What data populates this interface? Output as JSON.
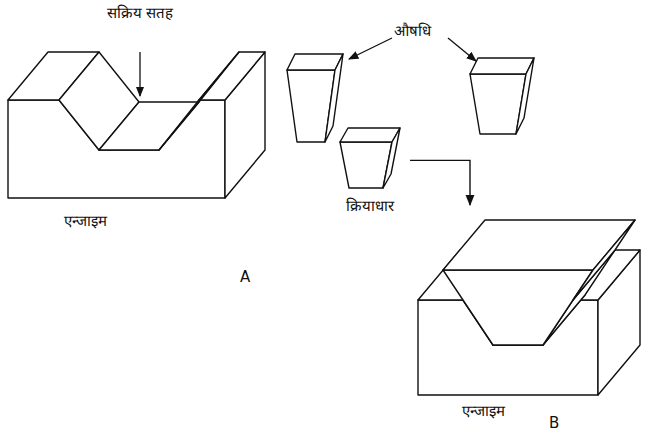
{
  "diagram": {
    "nodes": [
      {
        "text": [
          "एन्जाइम"
        ]
      },
      {
        "text": [
          "क्रियाधार"
        ]
      },
      {
        "text": [
          "एन्जाइम"
        ]
      }
    ],
    "edges": [
      {
        "from": 1,
        "to": 2,
        "arrow": "to"
      }
    ],
    "labels": [
      "सक्रिय सतह",
      "औषधि",
      "A",
      "B"
    ]
  }
}
